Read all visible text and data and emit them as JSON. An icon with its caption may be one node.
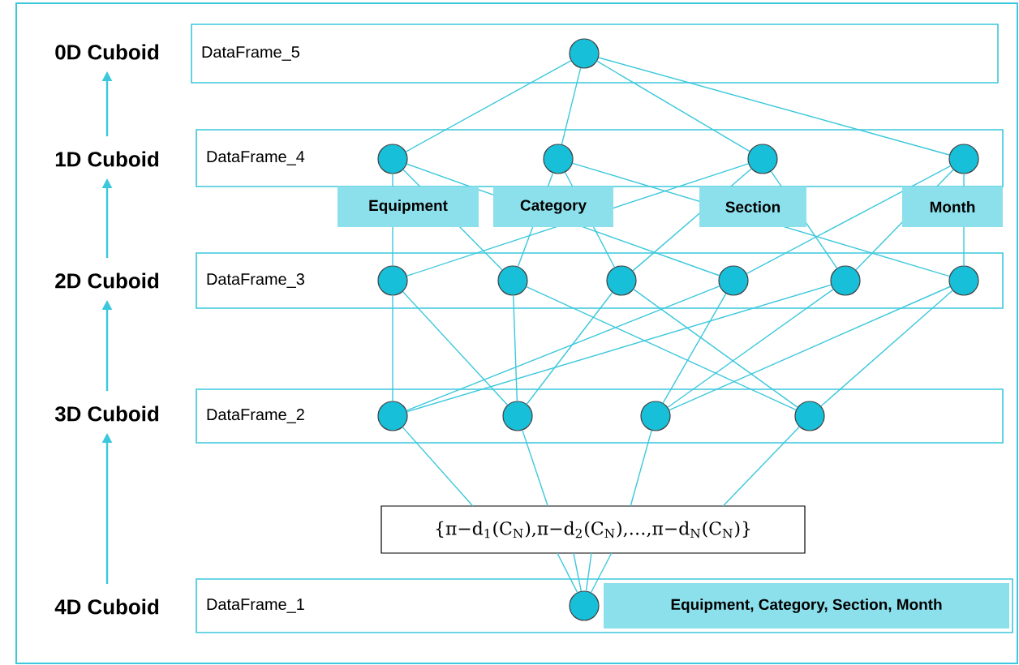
{
  "diagram": {
    "nodes": [
      {
        "text": [
          "0D Cuboid"
        ]
      },
      {
        "text": [
          "DataFrame_5"
        ]
      },
      {
        "text": [],
        "shape": "circle",
        "in": 1
      },
      {
        "text": [
          "1D Cuboid"
        ]
      },
      {
        "text": [
          "DataFrame_4"
        ]
      },
      {
        "text": [],
        "shape": "circle",
        "in": 4,
        "beside": [
          "Equipment"
        ]
      },
      {
        "text": [],
        "shape": "circle",
        "in": 4,
        "beside": [
          "Category"
        ]
      },
      {
        "text": [],
        "shape": "circle",
        "in": 4,
        "beside": [
          "Section"
        ]
      },
      {
        "text": [],
        "shape": "circle",
        "in": 4,
        "beside": [
          "Month"
        ]
      },
      {
        "text": [
          "2D Cuboid"
        ]
      },
      {
        "text": [
          "DataFrame_3"
        ]
      },
      {
        "text": [],
        "shape": "circle",
        "in": 10
      },
      {
        "text": [],
        "shape": "circle",
        "in": 10
      },
      {
        "text": [],
        "shape": "circle",
        "in": 10
      },
      {
        "text": [],
        "shape": "circle",
        "in": 10
      },
      {
        "text": [],
        "shape": "circle",
        "in": 10
      },
      {
        "text": [],
        "shape": "circle",
        "in": 10
      },
      {
        "text": [
          "3D Cuboid"
        ]
      },
      {
        "text": [
          "DataFrame_2"
        ]
      },
      {
        "text": [],
        "shape": "circle",
        "in": 18
      },
      {
        "text": [],
        "shape": "circle",
        "in": 18
      },
      {
        "text": [],
        "shape": "circle",
        "in": 18
      },
      {
        "text": [],
        "shape": "circle",
        "in": 18
      },
      {
        "text": [
          "{π−d$_{1}$(C$_{N}$),π−d$_{2}$(C$_{N}$),…,π−d$_{N}$(C$_{N}$)}"
        ]
      },
      {
        "text": [
          "4D Cuboid"
        ]
      },
      {
        "text": [
          "DataFrame_1"
        ]
      },
      {
        "text": [],
        "shape": "circle",
        "in": 25
      },
      {
        "text": [
          "Equipment, Category, Section, Month"
        ],
        "in": 25
      }
    ],
    "edges": [
      {
        "from": 3,
        "to": 0,
        "arrow": "to"
      },
      {
        "from": 9,
        "to": 3,
        "arrow": "to"
      },
      {
        "from": 17,
        "to": 9,
        "arrow": "to"
      },
      {
        "from": 24,
        "to": 17,
        "arrow": "to"
      },
      {
        "from": 2,
        "to": 5,
        "arrow": "none"
      },
      {
        "from": 2,
        "to": 6,
        "arrow": "none"
      },
      {
        "from": 2,
        "to": 7,
        "arrow": "none"
      },
      {
        "from": 2,
        "to": 8,
        "arrow": "none"
      },
      {
        "from": 5,
        "to": 11,
        "arrow": "none"
      },
      {
        "from": 5,
        "to": 12,
        "arrow": "none"
      },
      {
        "from": 5,
        "to": 14,
        "arrow": "none"
      },
      {
        "from": 6,
        "to": 12,
        "arrow": "none"
      },
      {
        "from": 6,
        "to": 13,
        "arrow": "none"
      },
      {
        "from": 6,
        "to": 16,
        "arrow": "none"
      },
      {
        "from": 7,
        "to": 11,
        "arrow": "none"
      },
      {
        "from": 7,
        "to": 13,
        "arrow": "none"
      },
      {
        "from": 7,
        "to": 15,
        "arrow": "none"
      },
      {
        "from": 8,
        "to": 14,
        "arrow": "none"
      },
      {
        "from": 8,
        "to": 15,
        "arrow": "none"
      },
      {
        "from": 8,
        "to": 16,
        "arrow": "none"
      },
      {
        "from": 11,
        "to": 19,
        "arrow": "none"
      },
      {
        "from": 14,
        "to": 19,
        "arrow": "none"
      },
      {
        "from": 15,
        "to": 19,
        "arrow": "none"
      },
      {
        "from": 11,
        "to": 20,
        "arrow": "none"
      },
      {
        "from": 12,
        "to": 20,
        "arrow": "none"
      },
      {
        "from": 13,
        "to": 20,
        "arrow": "none"
      },
      {
        "from": 14,
        "to": 21,
        "arrow": "none"
      },
      {
        "from": 15,
        "to": 21,
        "arrow": "none"
      },
      {
        "from": 16,
        "to": 21,
        "arrow": "none"
      },
      {
        "from": 12,
        "to": 22,
        "arrow": "none"
      },
      {
        "from": 13,
        "to": 22,
        "arrow": "none"
      },
      {
        "from": 16,
        "to": 22,
        "arrow": "none"
      },
      {
        "from": 19,
        "to": 23,
        "arrow": "none"
      },
      {
        "from": 20,
        "to": 23,
        "arrow": "none"
      },
      {
        "from": 21,
        "to": 23,
        "arrow": "none"
      },
      {
        "from": 22,
        "to": 23,
        "arrow": "none"
      },
      {
        "from": 23,
        "to": 26,
        "arrow": "none"
      }
    ]
  }
}
